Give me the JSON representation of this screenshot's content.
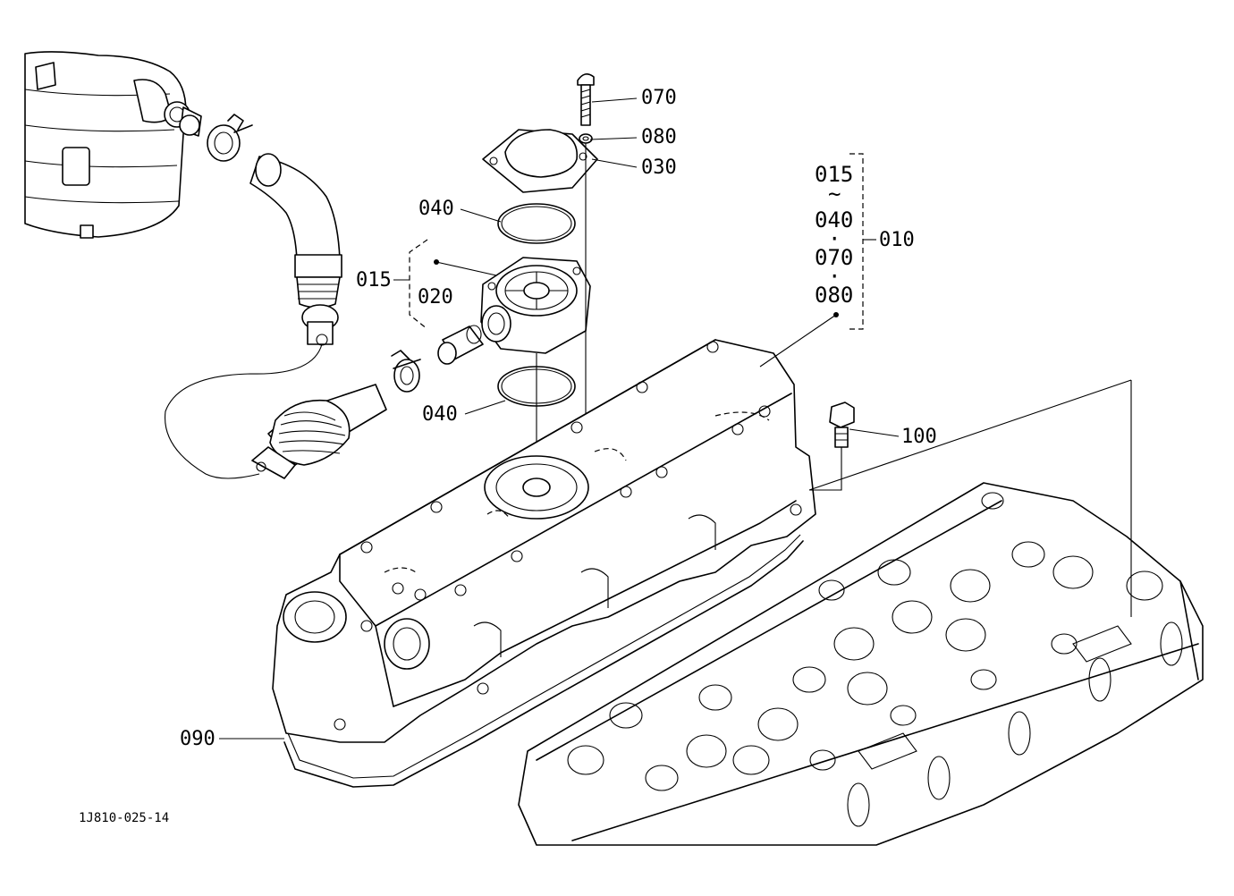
{
  "callouts": {
    "p070": "070",
    "p080": "080",
    "p030": "030",
    "p040_top": "040",
    "p040_bottom": "040",
    "p015": "015",
    "p020": "020",
    "p010": "010",
    "p100": "100",
    "p090": "090"
  },
  "kit": {
    "line1": "015",
    "tilde": "~",
    "line2": "040",
    "dot1": "·",
    "line3": "070",
    "dot2": "·",
    "line4": "080"
  },
  "drawing_number": "1J810-025-14"
}
